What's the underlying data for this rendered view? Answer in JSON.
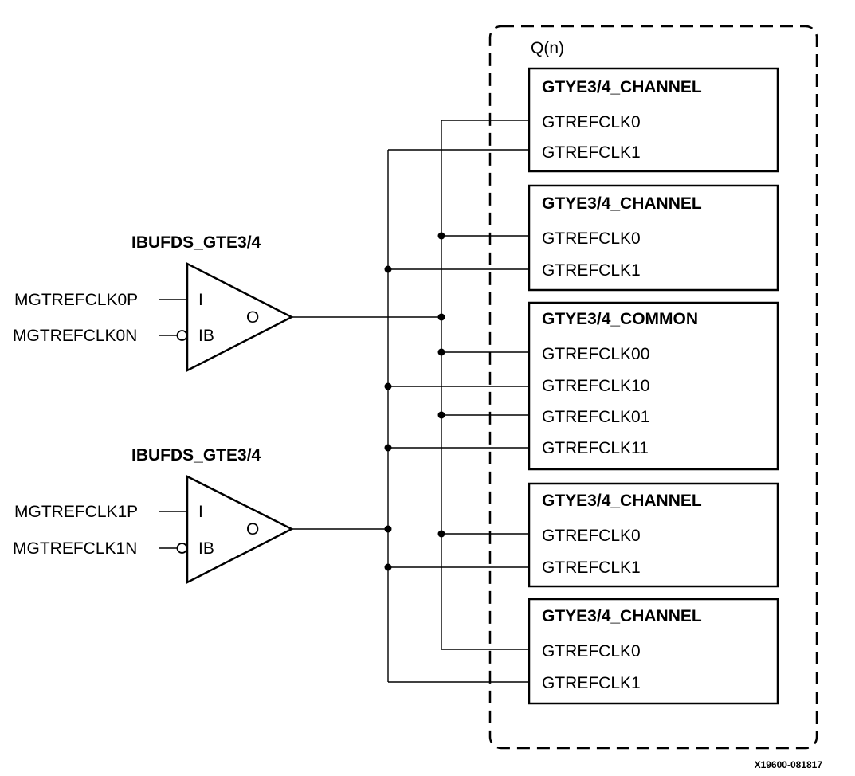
{
  "diagram": {
    "quad_label": "Q(n)",
    "buffers": [
      {
        "title": "IBUFDS_GTE3/4",
        "pin_p_label": "MGTREFCLK0P",
        "pin_n_label": "MGTREFCLK0N",
        "in_i": "I",
        "in_ib": "IB",
        "out_o": "O"
      },
      {
        "title": "IBUFDS_GTE3/4",
        "pin_p_label": "MGTREFCLK1P",
        "pin_n_label": "MGTREFCLK1N",
        "in_i": "I",
        "in_ib": "IB",
        "out_o": "O"
      }
    ],
    "blocks": [
      {
        "title": "GTYE3/4_CHANNEL",
        "ports": [
          "GTREFCLK0",
          "GTREFCLK1"
        ]
      },
      {
        "title": "GTYE3/4_CHANNEL",
        "ports": [
          "GTREFCLK0",
          "GTREFCLK1"
        ]
      },
      {
        "title": "GTYE3/4_COMMON",
        "ports": [
          "GTREFCLK00",
          "GTREFCLK10",
          "GTREFCLK01",
          "GTREFCLK11"
        ]
      },
      {
        "title": "GTYE3/4_CHANNEL",
        "ports": [
          "GTREFCLK0",
          "GTREFCLK1"
        ]
      },
      {
        "title": "GTYE3/4_CHANNEL",
        "ports": [
          "GTREFCLK0",
          "GTREFCLK1"
        ]
      }
    ],
    "figure_id": "X19600-081817"
  }
}
